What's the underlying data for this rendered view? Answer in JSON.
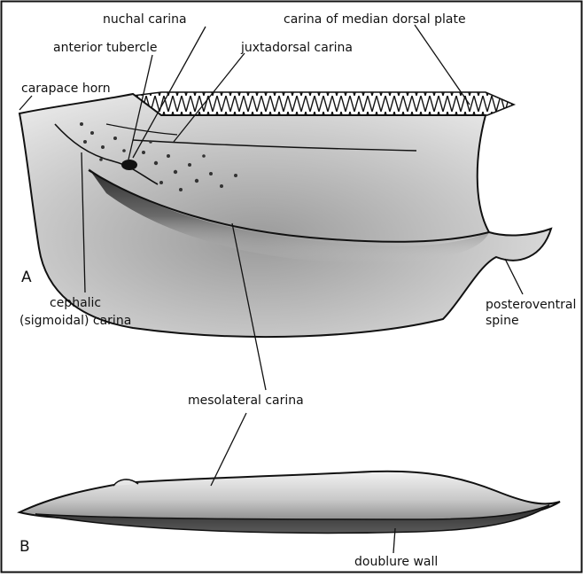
{
  "figure": {
    "panel_a": "A",
    "panel_b": "B",
    "labels": {
      "nuchal_carina": "nuchal carina",
      "carina_median_dorsal_plate": "carina of median dorsal plate",
      "anterior_tubercle": "anterior tubercle",
      "juxtadorsal_carina": "juxtadorsal carina",
      "carapace_horn": "carapace horn",
      "posteroventral_line1": "posteroventral",
      "posteroventral_line2": "spine",
      "cephalic_line1": "cephalic",
      "cephalic_line2": "(sigmoidal) carina",
      "mesolateral_carina": "mesolateral carina",
      "doublure_wall": "doublure wall"
    }
  },
  "colors": {
    "ink": "#111111",
    "shade_dark": "#2b2b2b",
    "shade_mid": "#8a8a8a",
    "shade_light": "#d9d9d9",
    "paper": "#ffffff"
  }
}
